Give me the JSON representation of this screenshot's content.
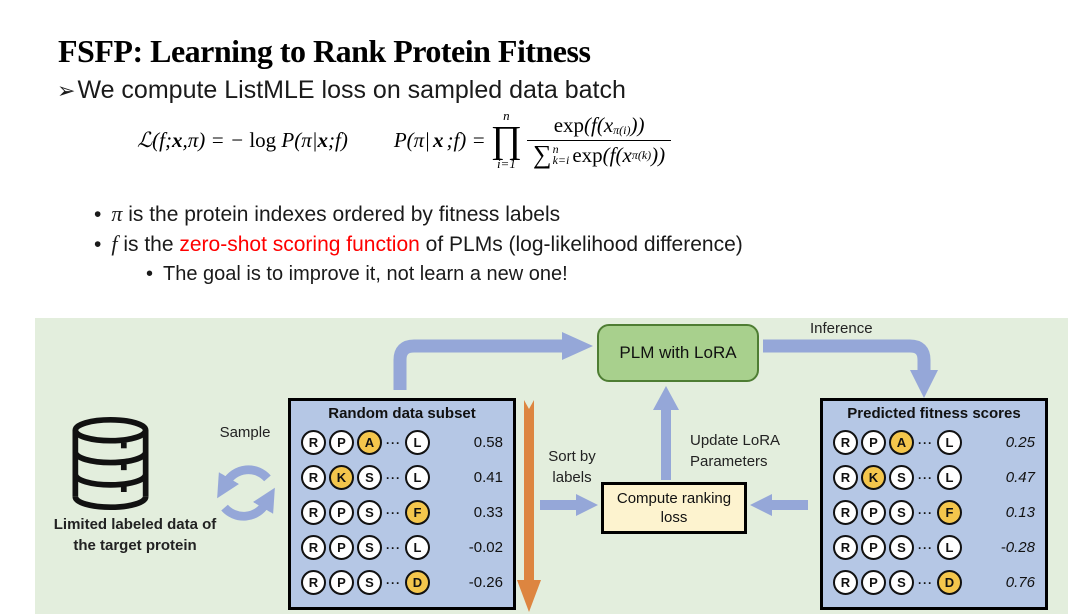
{
  "slide": {
    "title": "FSFP: Learning to Rank Protein Fitness",
    "main_bullet": {
      "marker": "➢",
      "text": "We compute ListMLE loss on sampled data batch"
    },
    "formula": {
      "left": {
        "p1": "ℒ(f;",
        "x1": "x",
        "p2": ",π) = − ",
        "log": "log",
        "p3": " P(π|",
        "x2": "x",
        "p4": ";f)"
      },
      "right": {
        "head_p1": "P(π|",
        "head_x": "x",
        "head_p2": ";f) =",
        "prod_sup": "n",
        "prod_sym": "∏",
        "prod_sub": "i=1",
        "num_exp": "exp",
        "num_p1": "(f(x",
        "num_sub": "π(i)",
        "num_p2": "))",
        "den_sum": "∑",
        "den_sum_sup": "n",
        "den_sum_sub": "k=i",
        "den_exp": "exp",
        "den_p1": "(f(x",
        "den_sub": "π(k)",
        "den_p2": "))"
      }
    },
    "bullets": {
      "b1": {
        "marker": "•",
        "symbol": "π",
        "text": " is the protein indexes ordered by fitness labels"
      },
      "b2": {
        "marker": "•",
        "symbol": "f",
        "pre": " is the ",
        "highlight": "zero-shot scoring function",
        "post": " of PLMs (log-likelihood difference)"
      },
      "b3": {
        "marker": "•",
        "text": "The goal is to improve it, not learn a new one!"
      }
    }
  },
  "diagram": {
    "dots": "···",
    "database_label_line1": "Limited labeled data of",
    "database_label_line2": "the target protein",
    "sample_label": "Sample",
    "sort_label_line1": "Sort by",
    "sort_label_line2": "labels",
    "plm_box_label": "PLM with LoRA",
    "update_label_line1": "Update LoRA",
    "update_label_line2": "Parameters",
    "inference_label": "Inference",
    "compute_box_line1": "Compute ranking",
    "compute_box_line2": "loss",
    "random_box": {
      "title": "Random data subset",
      "rows": [
        {
          "c1": {
            "ch": "R"
          },
          "c2": {
            "ch": "P"
          },
          "c3": {
            "ch": "A",
            "hl": true
          },
          "c4": {
            "ch": "L"
          },
          "score": "0.58"
        },
        {
          "c1": {
            "ch": "R"
          },
          "c2": {
            "ch": "K",
            "hl": true
          },
          "c3": {
            "ch": "S"
          },
          "c4": {
            "ch": "L"
          },
          "score": "0.41"
        },
        {
          "c1": {
            "ch": "R"
          },
          "c2": {
            "ch": "P"
          },
          "c3": {
            "ch": "S"
          },
          "c4": {
            "ch": "F",
            "hl": true
          },
          "score": "0.33"
        },
        {
          "c1": {
            "ch": "R"
          },
          "c2": {
            "ch": "P"
          },
          "c3": {
            "ch": "S"
          },
          "c4": {
            "ch": "L"
          },
          "score": "-0.02"
        },
        {
          "c1": {
            "ch": "R"
          },
          "c2": {
            "ch": "P"
          },
          "c3": {
            "ch": "S"
          },
          "c4": {
            "ch": "D",
            "hl": true
          },
          "score": "-0.26"
        }
      ]
    },
    "predicted_box": {
      "title": "Predicted fitness scores",
      "rows": [
        {
          "c1": {
            "ch": "R"
          },
          "c2": {
            "ch": "P"
          },
          "c3": {
            "ch": "A",
            "hl": true
          },
          "c4": {
            "ch": "L"
          },
          "score": "0.25"
        },
        {
          "c1": {
            "ch": "R"
          },
          "c2": {
            "ch": "K",
            "hl": true
          },
          "c3": {
            "ch": "S"
          },
          "c4": {
            "ch": "L"
          },
          "score": "0.47"
        },
        {
          "c1": {
            "ch": "R"
          },
          "c2": {
            "ch": "P"
          },
          "c3": {
            "ch": "S"
          },
          "c4": {
            "ch": "F",
            "hl": true
          },
          "score": "0.13"
        },
        {
          "c1": {
            "ch": "R"
          },
          "c2": {
            "ch": "P"
          },
          "c3": {
            "ch": "S"
          },
          "c4": {
            "ch": "L"
          },
          "score": "-0.28"
        },
        {
          "c1": {
            "ch": "R"
          },
          "c2": {
            "ch": "P"
          },
          "c3": {
            "ch": "S"
          },
          "c4": {
            "ch": "D",
            "hl": true
          },
          "score": "0.76"
        }
      ]
    },
    "colors": {
      "diagram_bg": "#e3eedd",
      "arrow_blue": "#95a7d8",
      "arrow_orange": "#dd8540",
      "box_blue": "#b5c7e5",
      "box_green_fill": "#a8d08d",
      "box_green_border": "#4e7d33",
      "box_cream": "#fdf3cf",
      "circle_yellow": "#f4c64c",
      "highlight_red": "#ff0000"
    }
  }
}
